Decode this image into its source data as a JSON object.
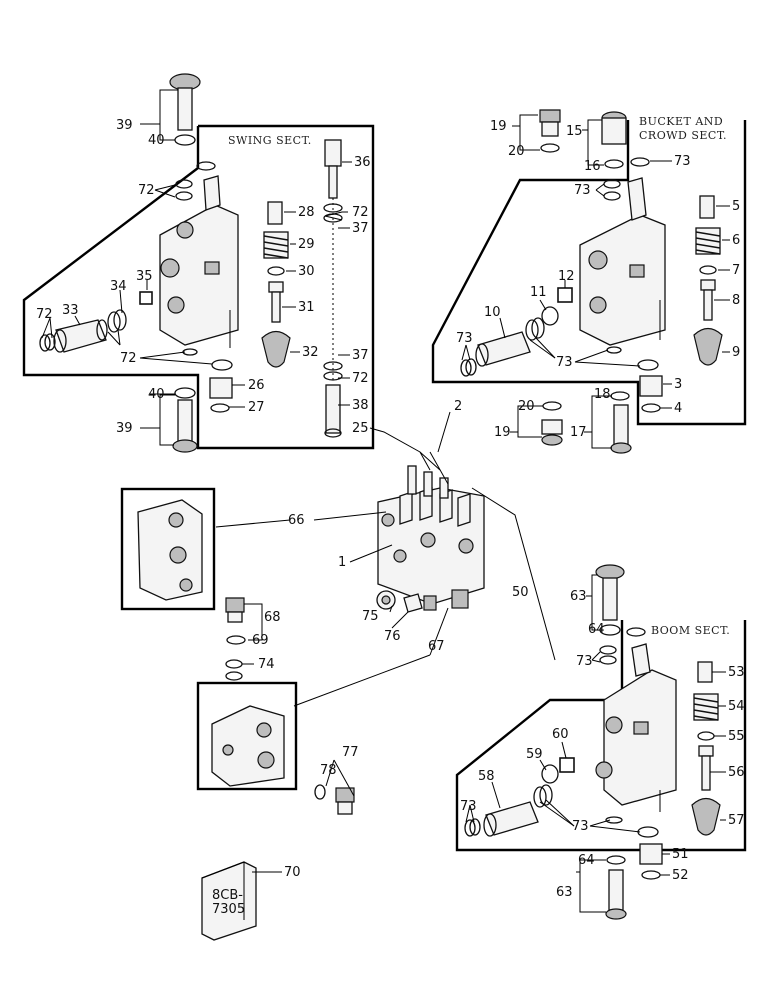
{
  "sections": {
    "swing": "SWING SECT.",
    "bucket_line1": "BUCKET AND",
    "bucket_line2": "CROWD SECT.",
    "boom": "BOOM SECT."
  },
  "box_label": {
    "line1": "8CB-",
    "line2": "7305"
  },
  "callouts": {
    "c1": "1",
    "c2": "2",
    "c3": "3",
    "c4": "4",
    "c5": "5",
    "c6": "6",
    "c7": "7",
    "c8": "8",
    "c9": "9",
    "c10": "10",
    "c11": "11",
    "c12": "12",
    "c15": "15",
    "c16": "16",
    "c17": "17",
    "c18": "18",
    "c19a": "19",
    "c19b": "19",
    "c20a": "20",
    "c20b": "20",
    "c25": "25",
    "c26": "26",
    "c27": "27",
    "c28": "28",
    "c29": "29",
    "c30": "30",
    "c31": "31",
    "c32": "32",
    "c33": "33",
    "c34": "34",
    "c35": "35",
    "c36": "36",
    "c37a": "37",
    "c37b": "37",
    "c38": "38",
    "c39a": "39",
    "c39b": "39",
    "c40a": "40",
    "c40b": "40",
    "c50": "50",
    "c51": "51",
    "c52": "52",
    "c53": "53",
    "c54": "54",
    "c55": "55",
    "c56": "56",
    "c57": "57",
    "c58": "58",
    "c59": "59",
    "c60": "60",
    "c63a": "63",
    "c63b": "63",
    "c64a": "64",
    "c64b": "64",
    "c66": "66",
    "c67": "67",
    "c68": "68",
    "c69": "69",
    "c70": "70",
    "c72a": "72",
    "c72b": "72",
    "c72c": "72",
    "c72d": "72",
    "c72e": "72",
    "c73a": "73",
    "c73b": "73",
    "c73c": "73",
    "c73d": "73",
    "c73e": "73",
    "c73f": "73",
    "c73g": "73",
    "c74": "74",
    "c75": "75",
    "c76": "76",
    "c77": "77",
    "c78": "78"
  }
}
